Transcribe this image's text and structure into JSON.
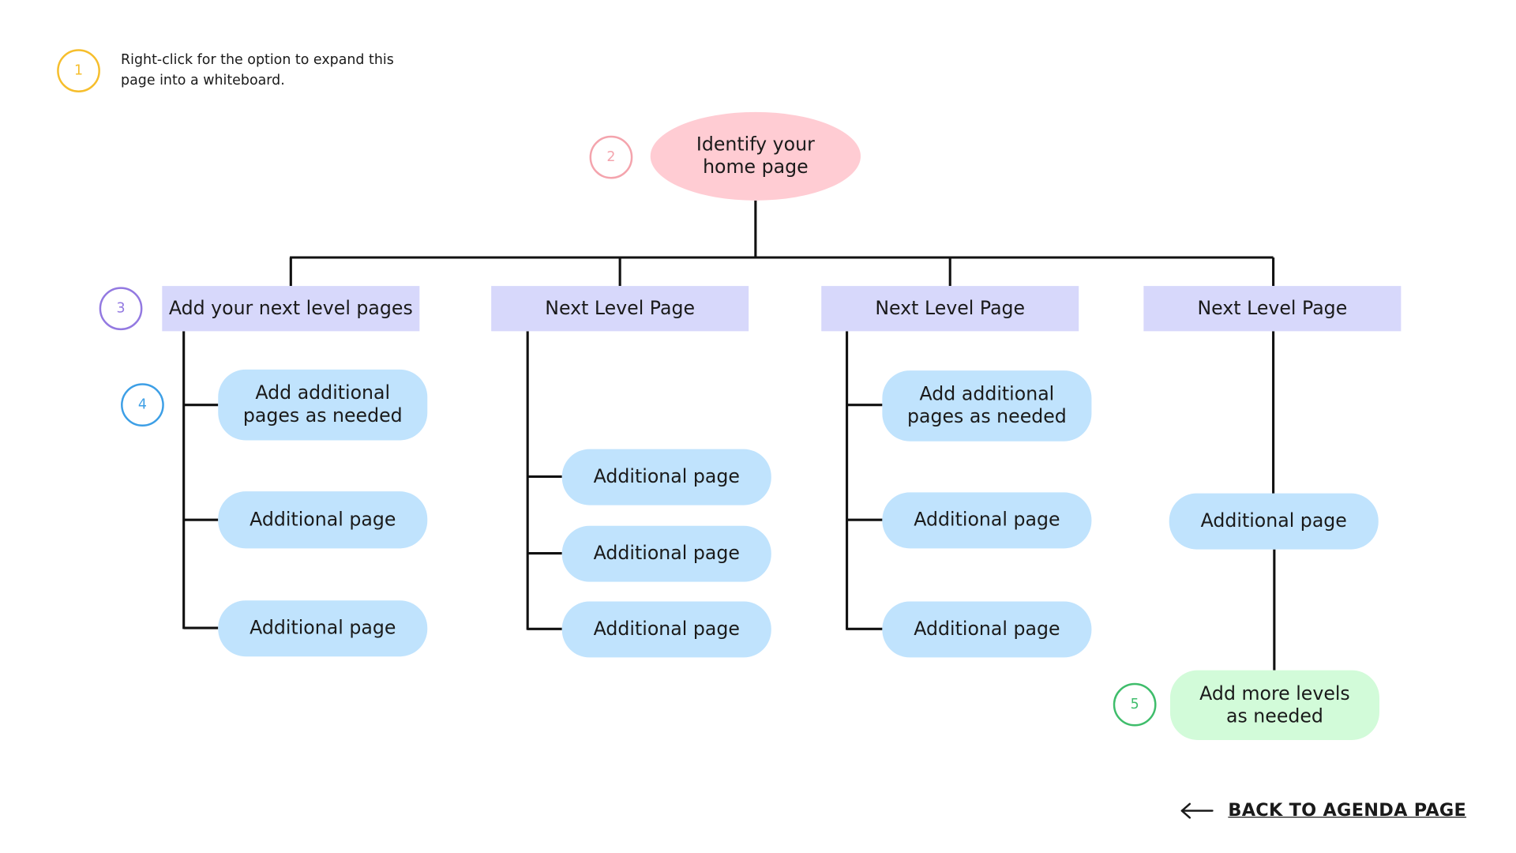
{
  "tip": {
    "number": "1",
    "text": "Right-click for the option to expand this page into a whiteboard."
  },
  "home": {
    "number": "2",
    "label": "Identify your home page"
  },
  "levels": [
    {
      "number": "3",
      "label": "Add your next level pages",
      "children": [
        {
          "number": "4",
          "label": "Add additional pages as needed"
        },
        {
          "label": "Additional page"
        },
        {
          "label": "Additional page"
        }
      ]
    },
    {
      "label": "Next Level Page",
      "children": [
        {
          "label": "Additional page"
        },
        {
          "label": "Additional page"
        },
        {
          "label": "Additional page"
        }
      ]
    },
    {
      "label": "Next Level Page",
      "children": [
        {
          "label": "Add additional pages as needed"
        },
        {
          "label": "Additional page"
        },
        {
          "label": "Additional page"
        }
      ]
    },
    {
      "label": "Next Level Page",
      "children": [
        {
          "label": "Additional page"
        },
        {
          "number": "5",
          "label": "Add more levels as needed"
        }
      ]
    }
  ],
  "back_link": {
    "label": "BACK TO AGENDA PAGE",
    "icon": "arrow-left-icon"
  },
  "colors": {
    "tip_badge": "#f6be2c",
    "home_badge": "#f4a4ad",
    "level_badge": "#9379e1",
    "child_badge": "#3d9fe6",
    "more_badge": "#3fbd6b",
    "home_fill": "#ffccd3",
    "level_fill": "#d7d8fb",
    "page_fill": "#c0e3fd",
    "more_fill": "#d2fbd9",
    "connector": "#111111"
  }
}
